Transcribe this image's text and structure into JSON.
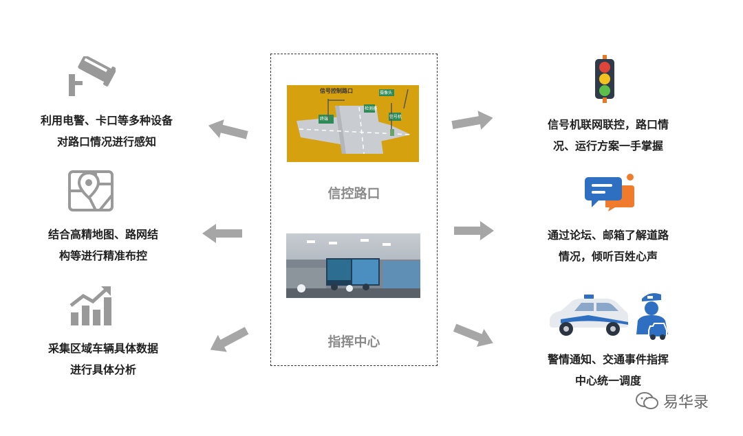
{
  "center": {
    "caption_top": "信控路口",
    "caption_bottom": "指挥中心",
    "intersection_image": {
      "title": "信号控制路口",
      "tag_camera": "摄像头",
      "tag_detector": "检测器",
      "tag_signal": "信号机",
      "tag_terminal": "终端"
    }
  },
  "left": [
    {
      "icon": "camera-icon",
      "line1": "利用电警、卡口等多种设备",
      "line2": "对路口情况进行感知"
    },
    {
      "icon": "map-icon",
      "line1": "结合高精地图、路网结",
      "line2": "构等进行精准布控"
    },
    {
      "icon": "bar-chart-icon",
      "line1": "采集区域车辆具体数据",
      "line2": "进行具体分析"
    }
  ],
  "right": [
    {
      "icon": "traffic-light-icon",
      "line1": "信号机联网联控，路口情",
      "line2": "况、运行方案一手掌握"
    },
    {
      "icon": "chat-bubbles-icon",
      "line1": "通过论坛、邮箱了解道路",
      "line2": "情况，倾听百姓心声"
    },
    {
      "icon": "police-car-icon",
      "line1": "警情通知、交通事件指挥",
      "line2": "中心统一调度"
    }
  ],
  "watermark": "易华录",
  "colors": {
    "arrow": "#a6a6a6",
    "icon_gray": "#999999",
    "icon_blue": "#2f6fc1",
    "icon_orange": "#f07b2c",
    "intersection_bg": "#d6a10f",
    "caption": "#8a8a8a"
  }
}
